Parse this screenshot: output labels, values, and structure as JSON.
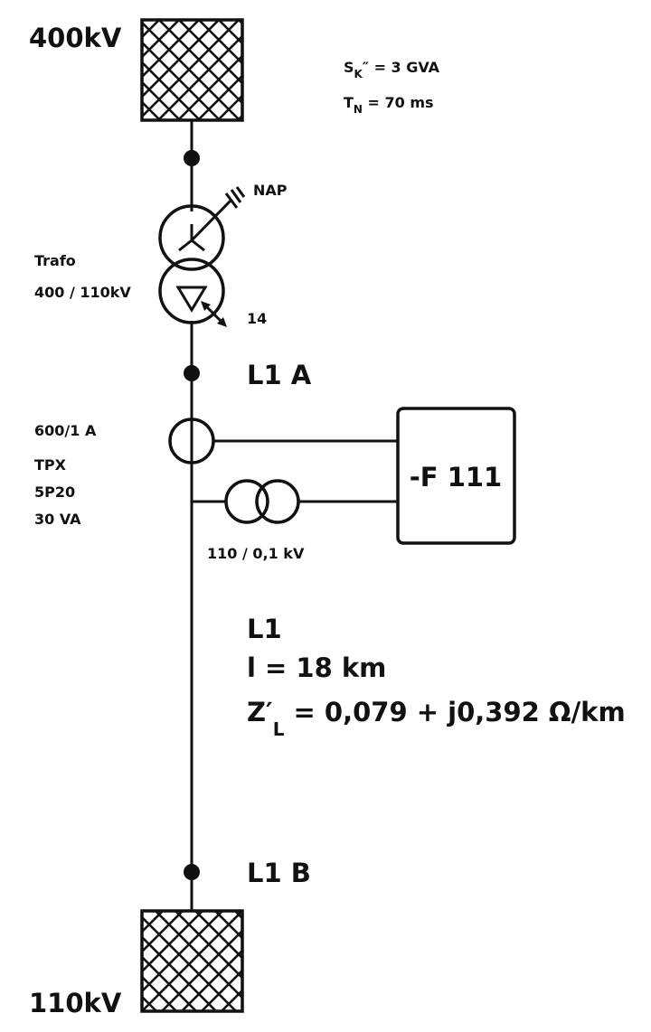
{
  "grid_top": {
    "label": "400kV"
  },
  "grid_bottom": {
    "label": "110kV"
  },
  "source": {
    "sk_symbol": "S",
    "sk_sub": "K",
    "sk_value": "″ = 3 GVA",
    "tn_symbol": "T",
    "tn_sub": "N",
    "tn_value": " = 70 ms"
  },
  "transformer": {
    "name": "Trafo",
    "ratio": "400 / 110kV",
    "nap_label": "NAP",
    "tap_label": "14"
  },
  "bus_a": {
    "label": "L1 A"
  },
  "bus_b": {
    "label": "L1 B"
  },
  "ct": {
    "ratio": "600/1 A",
    "type": "TPX",
    "class": "5P20",
    "burden": "30 VA"
  },
  "vt": {
    "ratio": "110 / 0,1 kV"
  },
  "relay": {
    "label": "-F 111"
  },
  "line": {
    "name": "L1",
    "length": "l = 18 km",
    "z_symbol": "Z′",
    "z_sub": "L",
    "z_value": " = 0,079 + j0,392 Ω/km"
  }
}
